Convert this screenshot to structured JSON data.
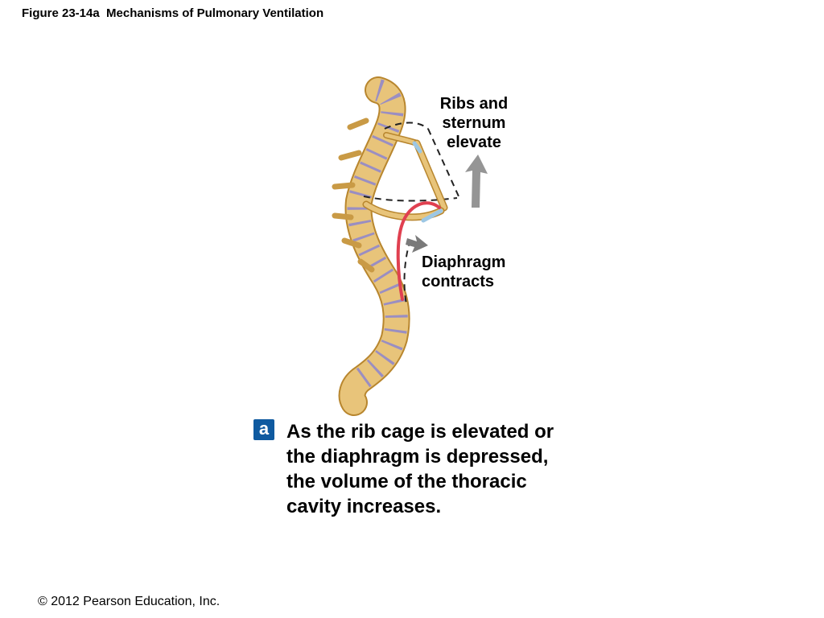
{
  "figure": {
    "title": "Figure 23-14a  Mechanisms of Pulmonary Ventilation"
  },
  "labels": {
    "ribs": [
      "Ribs and",
      "sternum",
      "elevate"
    ],
    "diaphragm": [
      "Diaphragm",
      "contracts"
    ]
  },
  "panel": {
    "badge": "a",
    "caption_lines": [
      "As the rib cage is elevated or",
      "the diaphragm is depressed,",
      "the volume of the thoracic",
      "cavity increases."
    ]
  },
  "footer": {
    "copyright": "© 2012 Pearson Education, Inc."
  },
  "colors": {
    "bone": "#e8c47a",
    "bone_outline": "#b8862e",
    "disc": "#9a8ec2",
    "cartilage": "#9cc7e4",
    "diaphragm": "#e04050",
    "arrow": "#8a8a8a",
    "badge": "#0f5aa0"
  }
}
